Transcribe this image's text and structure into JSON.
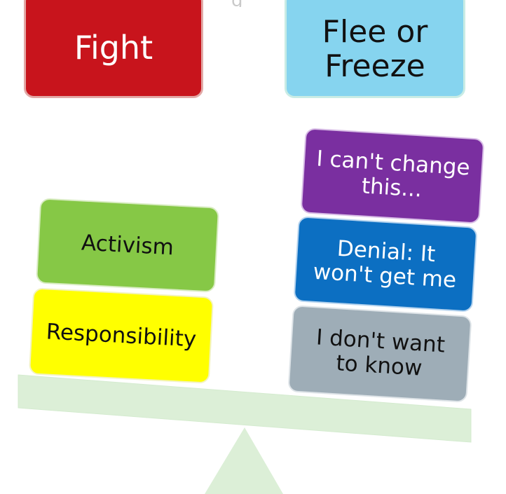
{
  "top_fragment": "g",
  "headers": {
    "fight": "Fight",
    "flee": "Flee or\nFreeze"
  },
  "left_stack": {
    "top": "Activism",
    "bottom": "Responsibility"
  },
  "right_stack": {
    "top": "I can't change\nthis...",
    "middle": "Denial: It\nwon't get me",
    "bottom": "I don't want\nto know"
  },
  "colors": {
    "fight": "#c8141c",
    "flee": "#86d4ef",
    "activism": "#86c846",
    "responsibility": "#ffff00",
    "cant_change": "#7a2fa0",
    "denial": "#0c6fc2",
    "dont_know": "#9eadb7",
    "scale": "#dcefd7"
  }
}
